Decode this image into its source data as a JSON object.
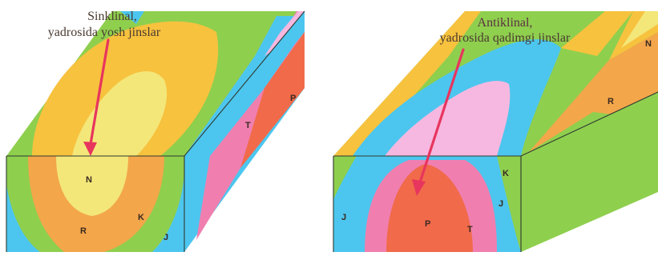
{
  "left_block": {
    "caption_line1": "Sinklinal,",
    "caption_line2": "yadrosida yosh jinslar",
    "labels": {
      "N": "N",
      "R": "R",
      "K": "K",
      "J": "J",
      "T": "T",
      "P": "P"
    }
  },
  "right_block": {
    "caption_line1": "Antiklinal,",
    "caption_line2": "yadrosida qadimgi jinslar",
    "labels": {
      "N": "N",
      "R": "R",
      "K": "K",
      "J1": "J",
      "J2": "J",
      "T": "T",
      "P": "P"
    }
  },
  "colors": {
    "N": "#f3e77a",
    "R": "#f3a64a",
    "R_light": "#f7c23e",
    "K": "#8fcf4e",
    "J": "#4cc6ef",
    "T": "#f07fb0",
    "P": "#f16a4a",
    "pink_light": "#f6b8e0",
    "arrow": "#e8355e"
  }
}
